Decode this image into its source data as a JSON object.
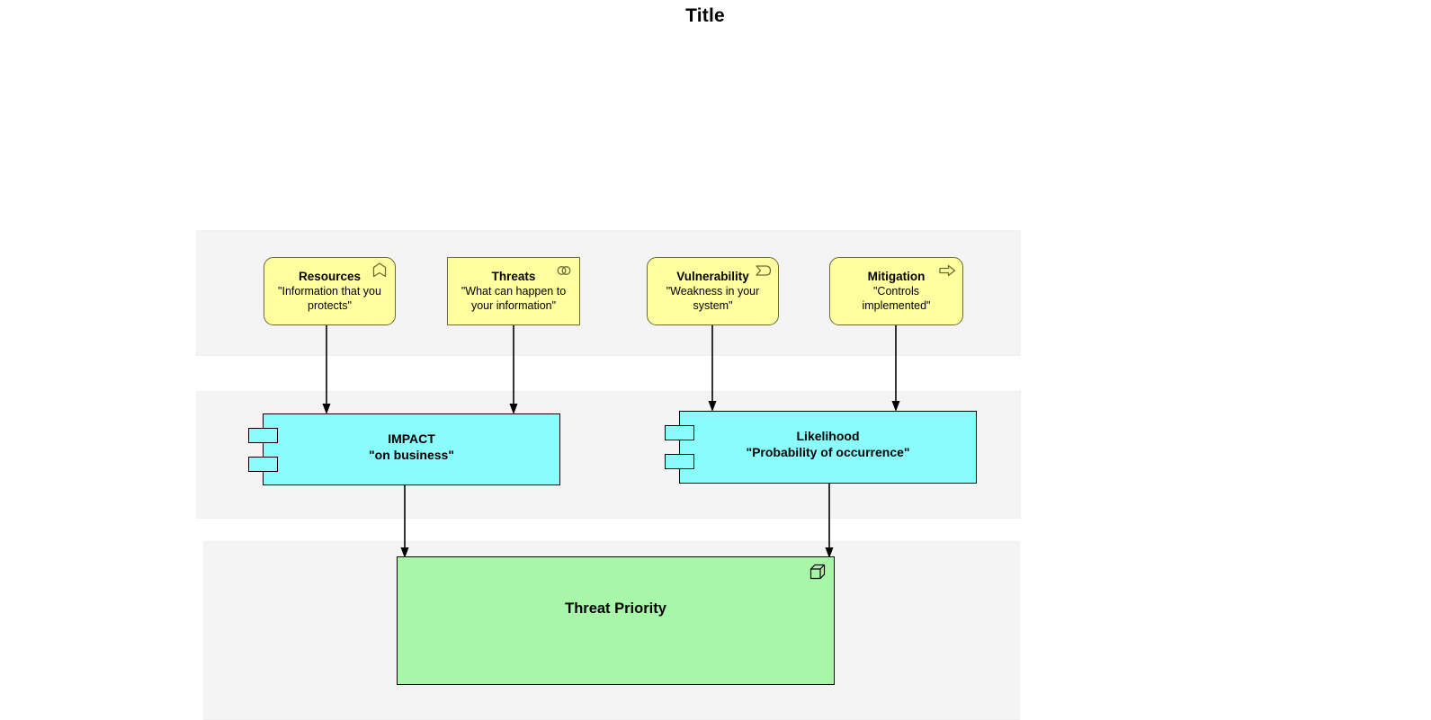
{
  "title": "Title",
  "bands": [
    {
      "name": "threat-sources-band"
    },
    {
      "name": "assessment-band"
    },
    {
      "name": "outcome-band"
    }
  ],
  "nodes": {
    "resources": {
      "title": "Resources",
      "subtitle": "\"Information that you protects\"",
      "icon": "bookmark-icon",
      "fill": "#ffffa0",
      "stroke": "#6b6b35"
    },
    "threats": {
      "title": "Threats",
      "subtitle": "\"What can happen to your information\"",
      "icon": "overlapping-circles-icon",
      "fill": "#ffffa0",
      "stroke": "#6b6b35"
    },
    "vulnerability": {
      "title": "Vulnerability",
      "subtitle": "\"Weakness in your system\"",
      "icon": "flag-event-icon",
      "fill": "#ffffa0",
      "stroke": "#6b6b35"
    },
    "mitigation": {
      "title": "Mitigation",
      "subtitle": "\"Controls implemented\"",
      "icon": "right-arrow-process-icon",
      "fill": "#ffffa0",
      "stroke": "#6b6b35"
    },
    "impact": {
      "title": "IMPACT",
      "subtitle": "\"on business\"",
      "icon": "component-ports-icon",
      "fill": "#8afcfc",
      "stroke": "#000000"
    },
    "likelihood": {
      "title": "Likelihood",
      "subtitle": "\"Probability of occurrence\"",
      "icon": "component-ports-icon",
      "fill": "#8afcfc",
      "stroke": "#000000"
    },
    "threat_priority": {
      "title": "Threat Priority",
      "subtitle": "",
      "icon": "cube-node-icon",
      "fill": "#a8f7a8",
      "stroke": "#000000"
    }
  },
  "connectors": [
    {
      "name": "resources-to-impact",
      "from": "resources",
      "to": "impact"
    },
    {
      "name": "threats-to-impact",
      "from": "threats",
      "to": "impact"
    },
    {
      "name": "vulnerability-to-likelihood",
      "from": "vulnerability",
      "to": "likelihood"
    },
    {
      "name": "mitigation-to-likelihood",
      "from": "mitigation",
      "to": "likelihood"
    },
    {
      "name": "impact-to-threat-priority",
      "from": "impact",
      "to": "threat_priority"
    },
    {
      "name": "likelihood-to-threat-priority",
      "from": "likelihood",
      "to": "threat_priority"
    }
  ]
}
